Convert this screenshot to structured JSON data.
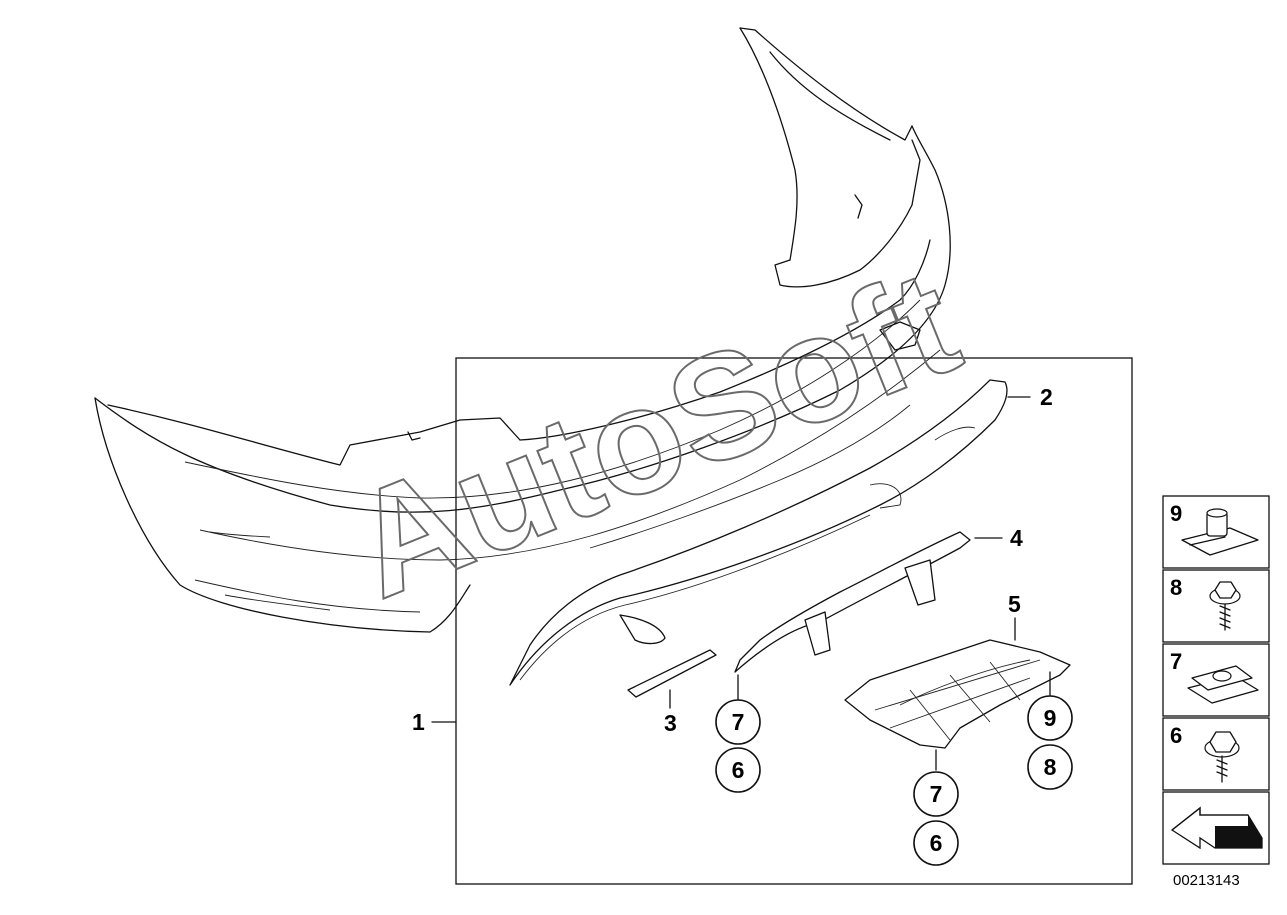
{
  "watermark": "AutoSoft",
  "diagram_id": "00213143",
  "callouts": {
    "c1": "1",
    "c2": "2",
    "c3": "3",
    "c4": "4",
    "c5": "5"
  },
  "circled_refs": {
    "r7a": "7",
    "r6a": "6",
    "r9": "9",
    "r8": "8",
    "r7b": "7",
    "r6b": "6"
  },
  "legend": [
    {
      "number": "9",
      "icon": "clip-nut-icon"
    },
    {
      "number": "8",
      "icon": "screw-icon"
    },
    {
      "number": "7",
      "icon": "spring-nut-icon"
    },
    {
      "number": "6",
      "icon": "hex-screw-icon"
    },
    {
      "number": "",
      "icon": "direction-arrow-icon"
    }
  ]
}
